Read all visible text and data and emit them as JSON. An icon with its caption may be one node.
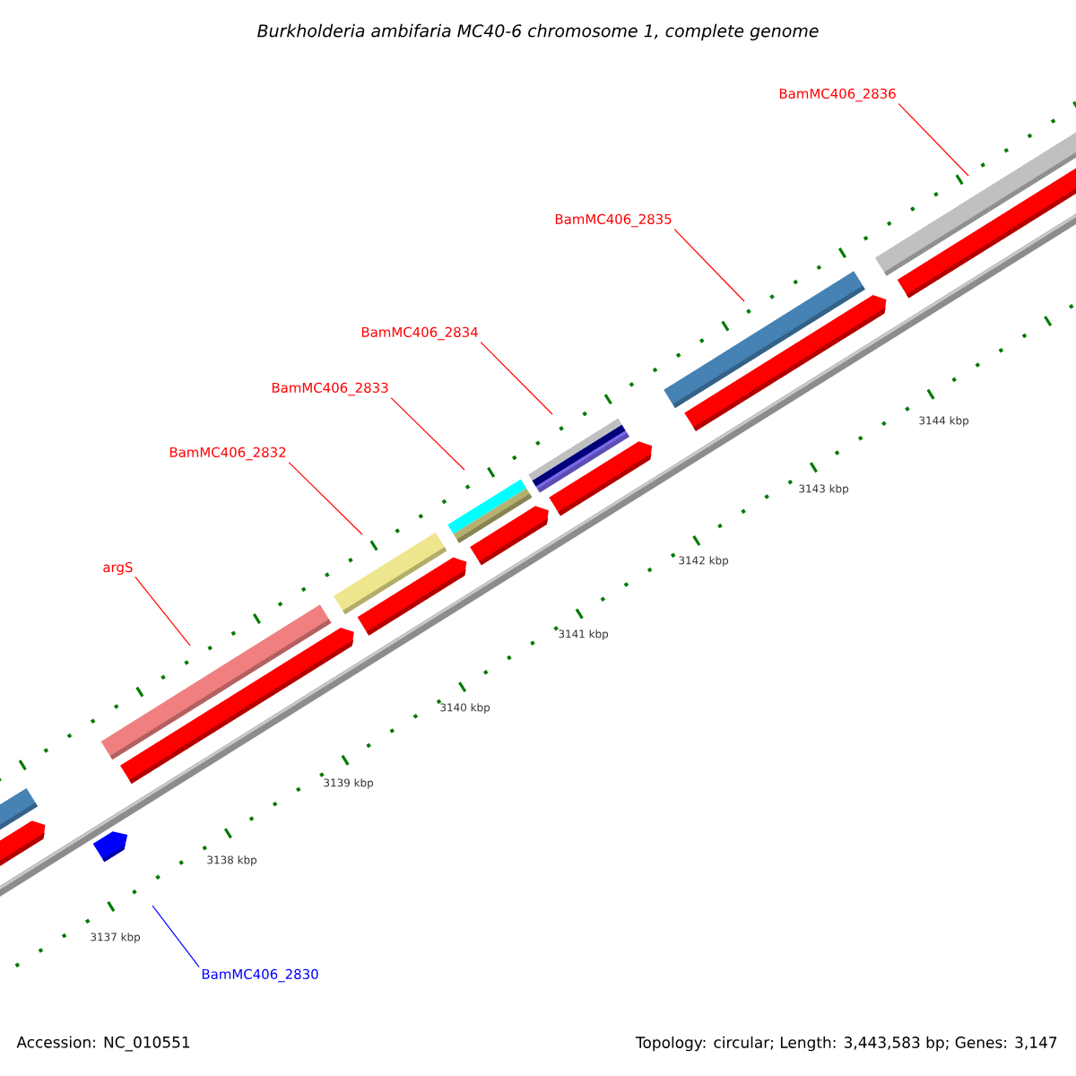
{
  "diagram": {
    "title": "Burkholderia ambifaria MC40-6 chromosome 1, complete genome",
    "nodes": [
      {
        "text": [
          "BamMC406_2836"
        ]
      },
      {
        "text": [
          "BamMC406_2835"
        ]
      },
      {
        "text": [
          "BamMC406_2834"
        ]
      },
      {
        "text": [
          "BamMC406_2833"
        ]
      },
      {
        "text": [
          "BamMC406_2832"
        ]
      },
      {
        "text": [
          "argS"
        ]
      },
      {
        "text": [
          "BamMC406_2830"
        ]
      }
    ],
    "edges": [
      {
        "from": 0,
        "to": null,
        "arrow": "none"
      },
      {
        "from": 1,
        "to": null,
        "arrow": "none"
      },
      {
        "from": 2,
        "to": null,
        "arrow": "none"
      },
      {
        "from": 3,
        "to": null,
        "arrow": "none"
      },
      {
        "from": 4,
        "to": null,
        "arrow": "none"
      },
      {
        "from": 5,
        "to": null,
        "arrow": "none"
      },
      {
        "from": 6,
        "to": null,
        "arrow": "none",
        "color": "#0000ff"
      }
    ],
    "labels": [
      "3144 kbp",
      "3143 kbp",
      "3142 kbp",
      "3141 kbp",
      "3140 kbp",
      "3139 kbp",
      "3138 kbp",
      "3137 kbp",
      "Accession: NC_010551",
      "Topology: circular; Length: 3,443,583 bp; Genes: 3,147"
    ]
  }
}
